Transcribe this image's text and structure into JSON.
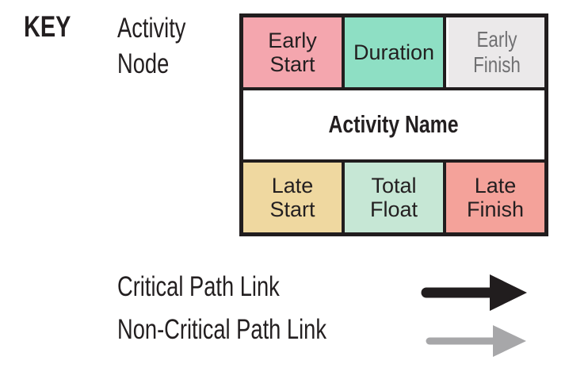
{
  "key": {
    "heading": "KEY",
    "node_caption": "Activity Node"
  },
  "node": {
    "border_color": "#211d1e",
    "cells": [
      {
        "name": "early-start",
        "label": "Early Start",
        "bg": "#F4A6AE",
        "text": "#231f20"
      },
      {
        "name": "duration",
        "label": "Duration",
        "bg": "#8EDFC4",
        "text": "#231f20"
      },
      {
        "name": "early-finish",
        "label": "Early Finish",
        "bg": "#EBE9EA",
        "text": "#707072"
      },
      {
        "name": "activity-name",
        "label": "Activity Name",
        "bg": "#FFFFFF",
        "text": "#231f20"
      },
      {
        "name": "late-start",
        "label": "Late Start",
        "bg": "#EFD8A0",
        "text": "#231f20"
      },
      {
        "name": "total-float",
        "label": "Total Float",
        "bg": "#C6E7D5",
        "text": "#231f20"
      },
      {
        "name": "late-finish",
        "label": "Late Finish",
        "bg": "#F4A29A",
        "text": "#231f20"
      }
    ]
  },
  "legend": [
    {
      "label": "Critical Path Link",
      "arrow": "black-arrow",
      "color": "#211d1e"
    },
    {
      "label": "Non-Critical Path Link",
      "arrow": "gray-arrow",
      "color": "#A7A7A9"
    }
  ]
}
